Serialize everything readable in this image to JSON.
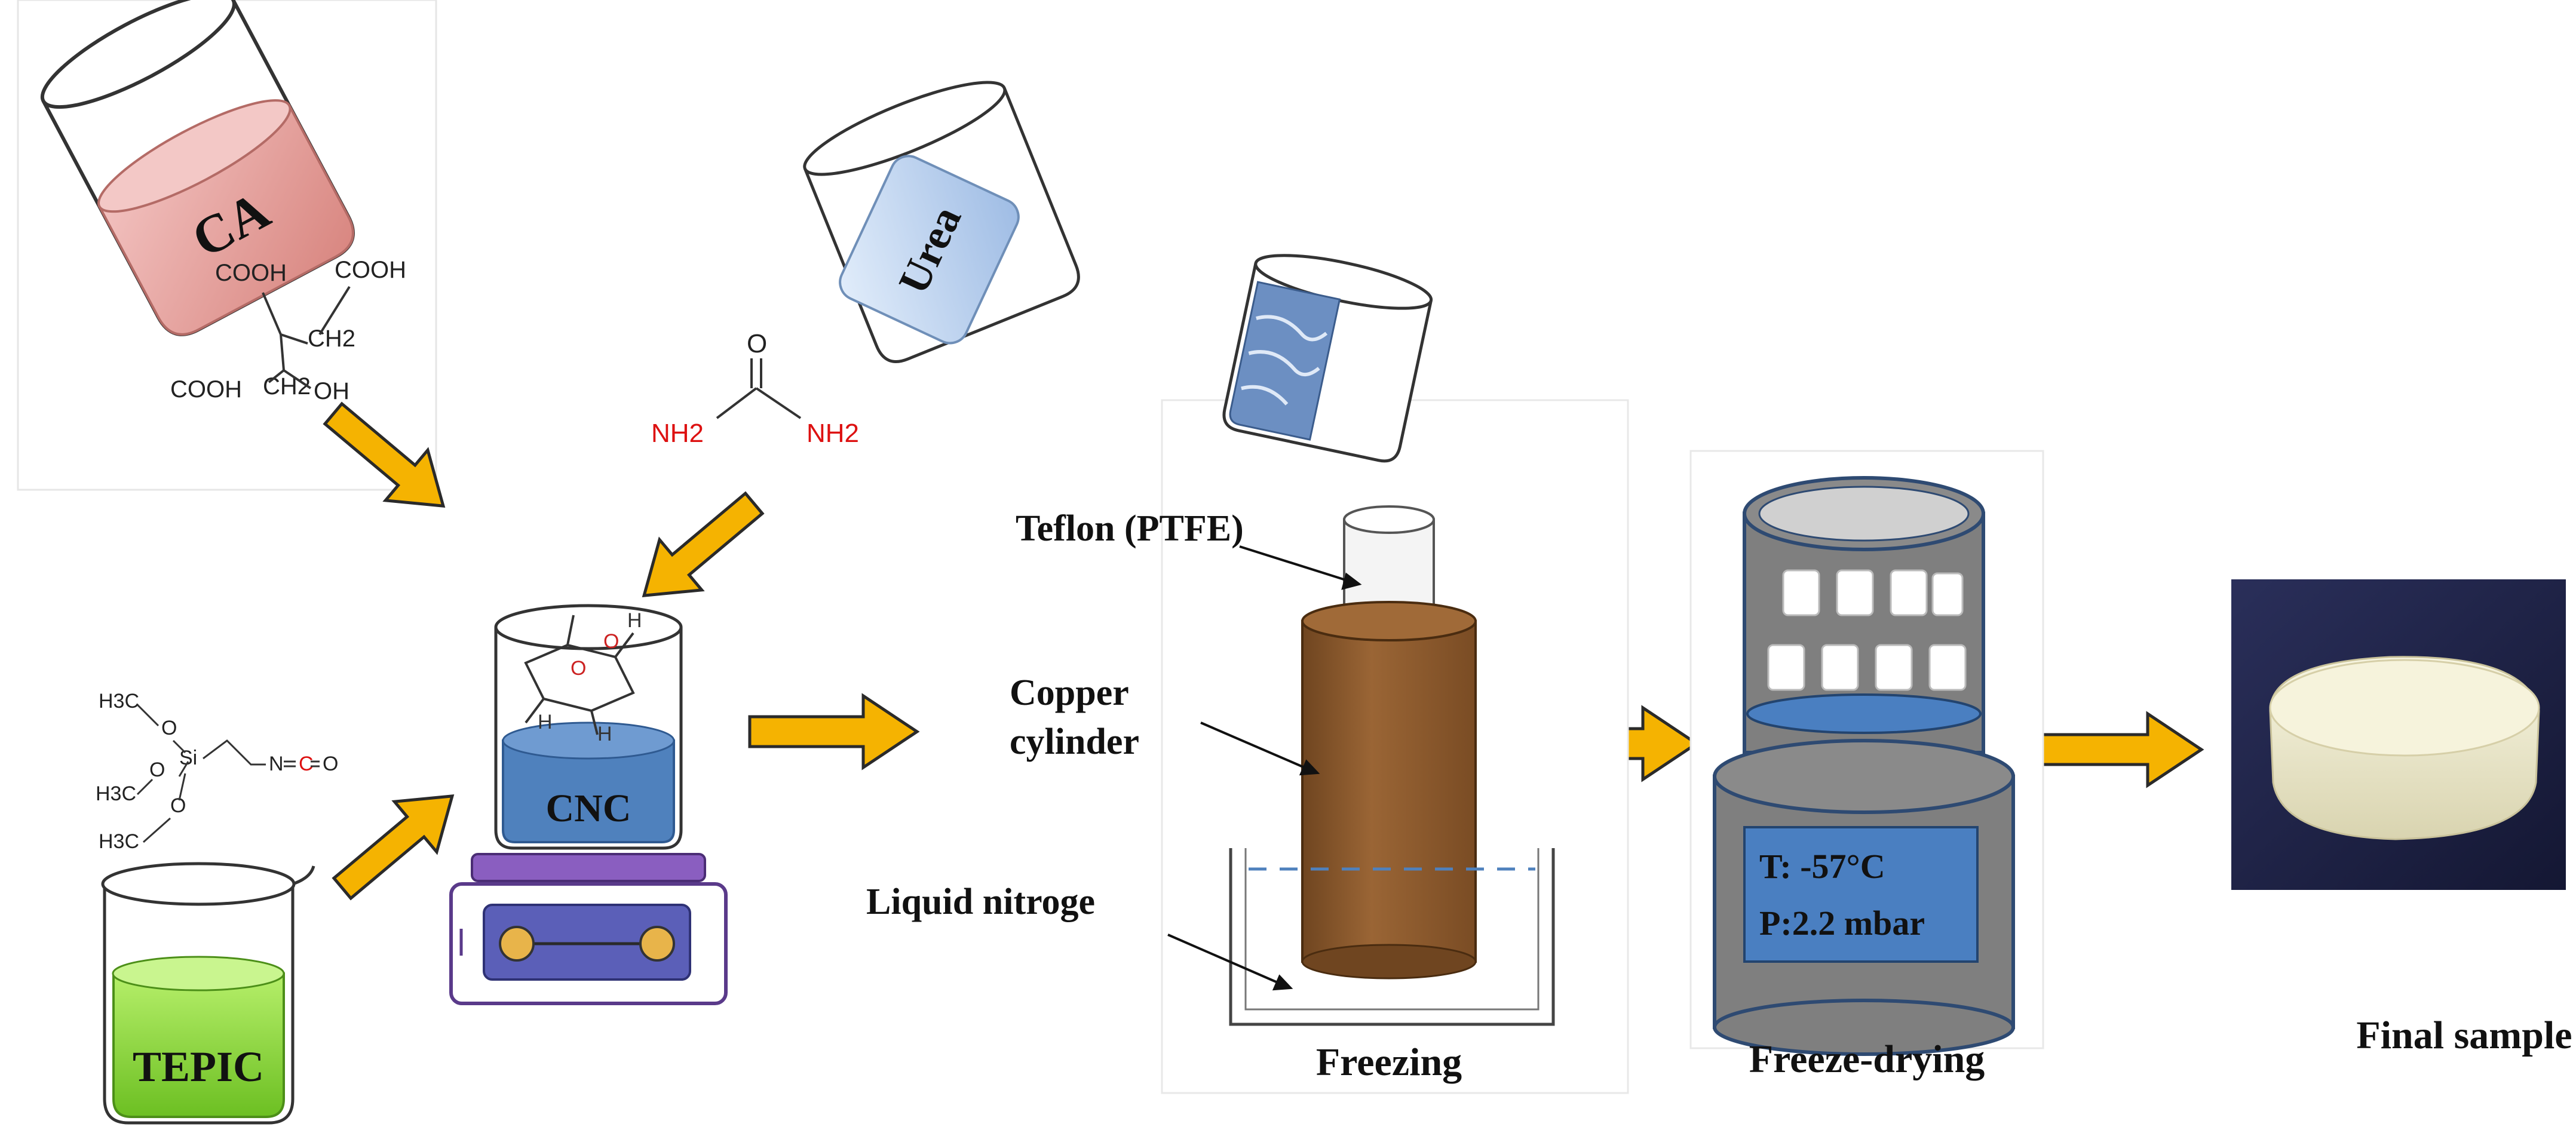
{
  "beakers": {
    "ca": "CA",
    "urea": "Urea",
    "tepic": "TEPIC",
    "cnc": "CNC"
  },
  "chemistry": {
    "ca_formula": [
      "COOH",
      "CH2",
      "COOH",
      "COOH",
      "CH2",
      "OH"
    ],
    "urea_formula": [
      "O",
      "NH2",
      "NH2"
    ],
    "tepic_formula": [
      "H3C",
      "O",
      "Si",
      "N",
      "C",
      "O",
      "H3C",
      "O",
      "O",
      "H3C"
    ]
  },
  "freezing": {
    "label_teflon": "Teflon (PTFE)",
    "label_copper_line1": "Copper",
    "label_copper_line2": "cylinder",
    "label_nitrogen": "Liquid nitroge",
    "caption": "Freezing"
  },
  "freeze_drying": {
    "temperature": "T:  -57°C",
    "pressure": "P:2.2 mbar",
    "caption": "Freeze-drying"
  },
  "final": {
    "caption": "Final sample"
  },
  "colors": {
    "arrow_fill": "#f5b301",
    "arrow_stroke": "#2a2a2a",
    "ca_liquid": "#e8a3a0",
    "urea_liquid": "#bcd3ef",
    "tepic_liquid": "#8fd63a",
    "cnc_liquid": "#4f81bd",
    "stirrer_purple": "#7a4fb0",
    "stirrer_plate": "#5b5fb8",
    "stirrer_knob": "#e8b44a",
    "copper": "#8b5a2b",
    "teflon": "#f4f4f4",
    "dryer_gray": "#7f7f7f",
    "dryer_blue": "#4a7fc1",
    "sample": "#efeccd"
  }
}
